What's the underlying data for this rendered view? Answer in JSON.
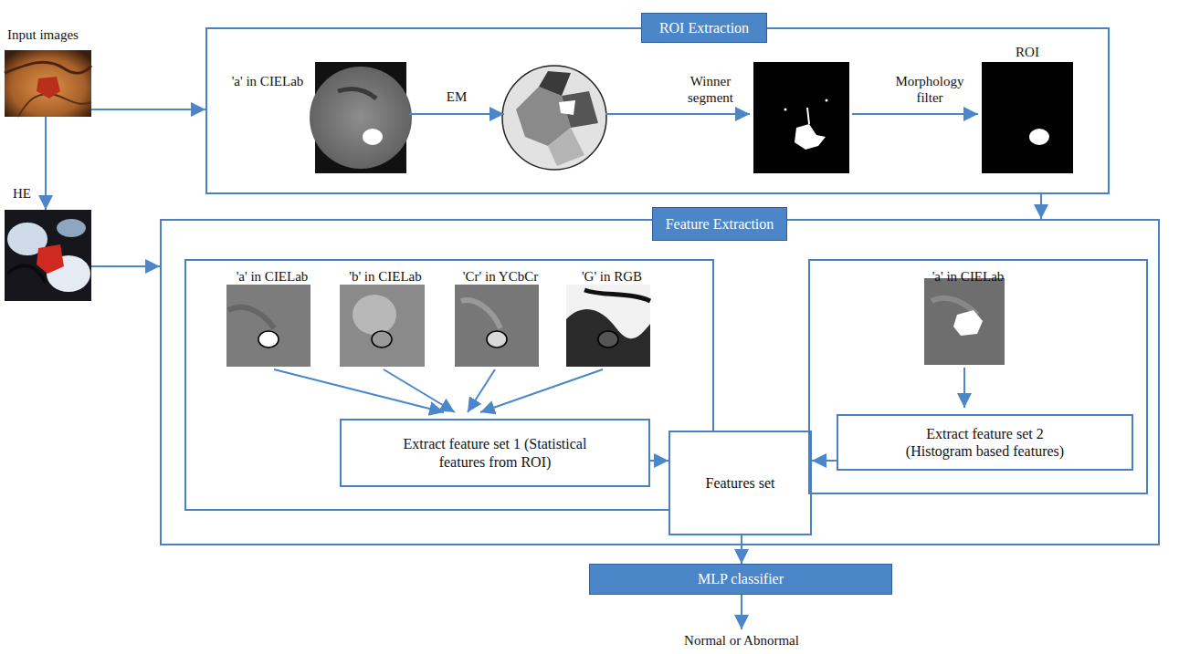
{
  "diagram": {
    "nodes": [
      {
        "text": [
          "Input images"
        ]
      },
      {
        "text": [
          "ROI Extraction"
        ]
      },
      {
        "text": [
          "HE"
        ]
      },
      {
        "text": [
          "Feature Extraction"
        ]
      },
      {
        "text": [
          "'a' in CIELab",
          "'b' in CIELab",
          "'Cr' in YCbCr",
          "'G' in RGB"
        ],
        "in": 3
      },
      {
        "text": [
          "Extract feature set 1 (Statistical features from ROI)"
        ],
        "in": 4
      },
      {
        "text": [
          "Features set"
        ],
        "in": 3
      },
      {
        "text": [
          "'a' in CIELab"
        ],
        "in": 3
      },
      {
        "text": [
          "Extract feature set 2 (Histogram based features)"
        ],
        "in": 7
      },
      {
        "text": [
          "MLP classifier"
        ]
      }
    ],
    "edges": [
      {
        "from": 0,
        "to": 1,
        "arrow": "to"
      },
      {
        "from": 0,
        "to": 2,
        "arrow": "to"
      },
      {
        "from": 2,
        "to": 3,
        "arrow": "to"
      },
      {
        "from": 1,
        "to": 3,
        "arrow": "to"
      },
      {
        "from": 5,
        "to": 6,
        "arrow": "to"
      },
      {
        "from": 8,
        "to": 6,
        "arrow": "to"
      },
      {
        "from": 6,
        "to": 9,
        "arrow": "to"
      }
    ],
    "labels": [
      "'a' in CIELab",
      "EM",
      "Winner segment",
      "Morphology filter",
      "ROI",
      "Normal or Abnormal"
    ]
  }
}
